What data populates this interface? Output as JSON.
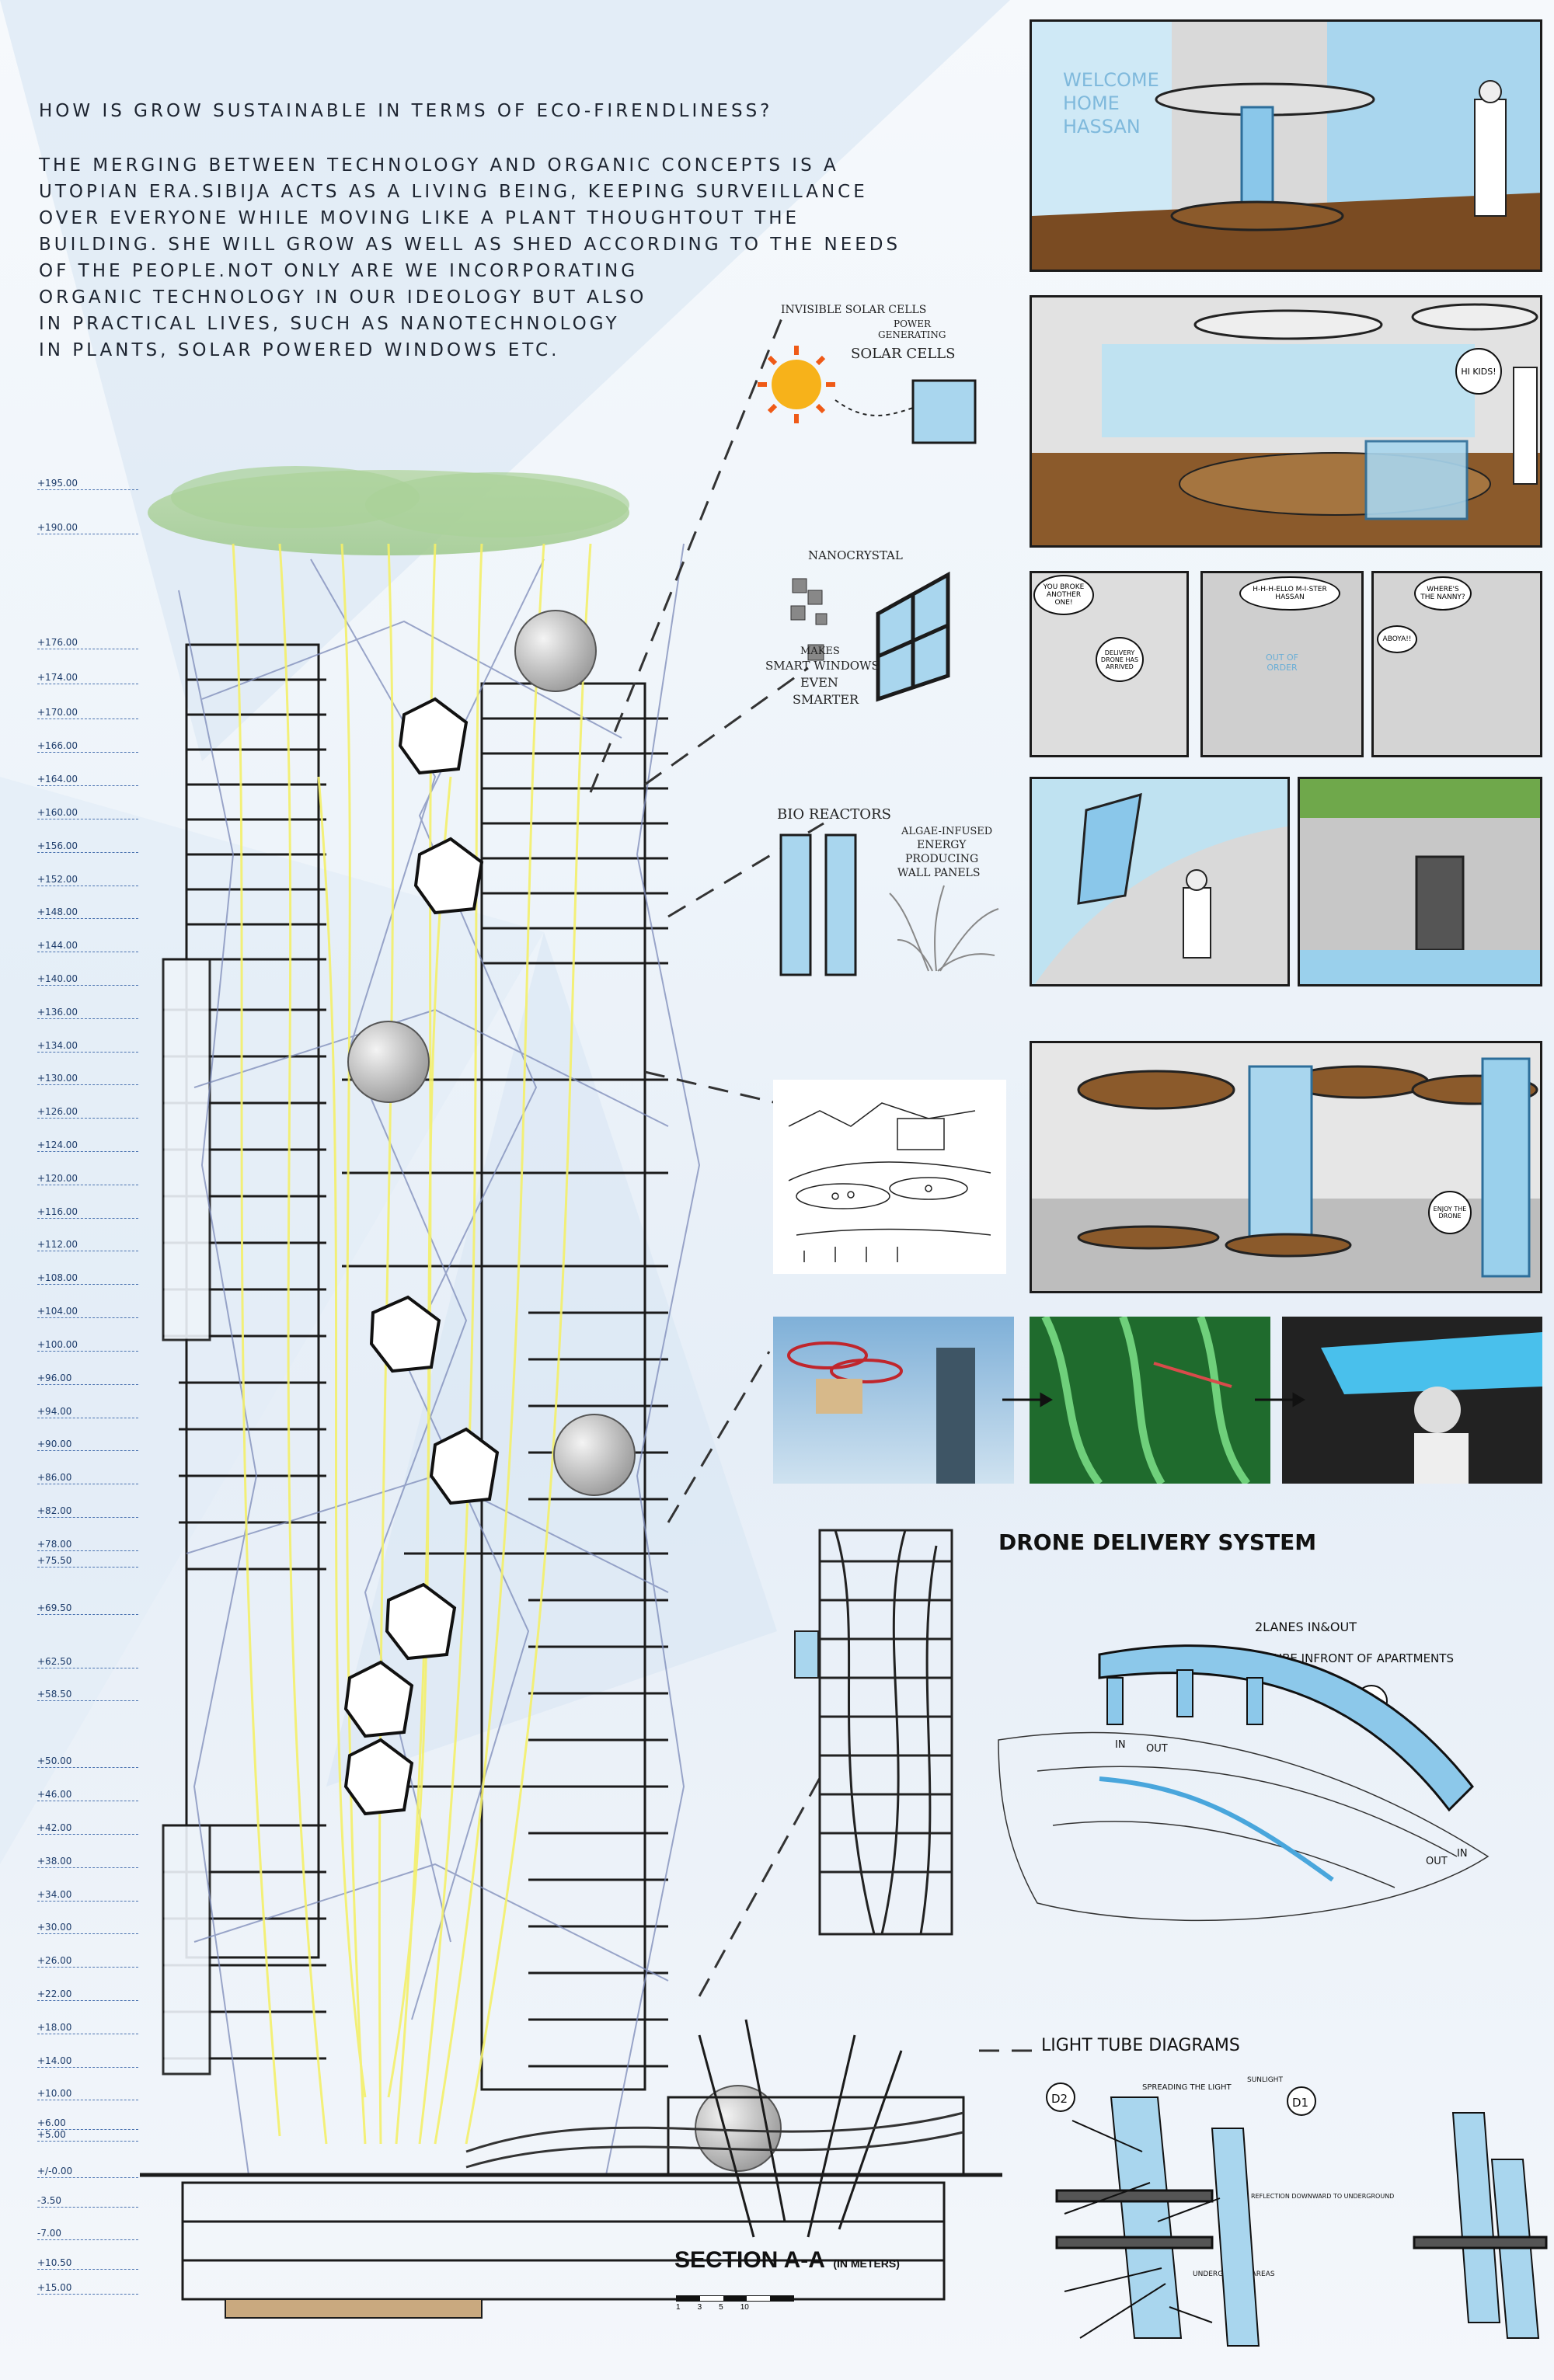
{
  "intro": {
    "question": "HOW IS GROW SUSTAINABLE IN TERMS OF ECO-FIRENDLINESS?",
    "lines": [
      "THE MERGING BETWEEN TECHNOLOGY AND ORGANIC CONCEPTS IS A",
      "UTOPIAN ERA.SIBIJA ACTS AS A LIVING BEING, KEEPING SURVEILLANCE",
      "OVER EVERYONE WHILE MOVING LIKE A PLANT THOUGHTOUT THE",
      "BUILDING. SHE WILL GROW AS WELL AS SHED ACCORDING TO THE NEEDS",
      "OF THE PEOPLE.NOT ONLY ARE WE INCORPORATING",
      "ORGANIC TECHNOLOGY IN OUR IDEOLOGY BUT ALSO",
      "IN PRACTICAL LIVES, SUCH AS NANOTECHNOLOGY",
      "IN PLANTS, SOLAR POWERED WINDOWS ETC."
    ]
  },
  "elevations": [
    "+195.00",
    "+190.00",
    "+176.00",
    "+174.00",
    "+170.00",
    "+166.00",
    "+164.00",
    "+160.00",
    "+156.00",
    "+152.00",
    "+148.00",
    "+144.00",
    "+140.00",
    "+136.00",
    "+134.00",
    "+130.00",
    "+126.00",
    "+124.00",
    "+120.00",
    "+116.00",
    "+112.00",
    "+108.00",
    "+104.00",
    "+100.00",
    "+96.00",
    "+94.00",
    "+90.00",
    "+86.00",
    "+82.00",
    "+78.00",
    "+75.50",
    "+69.50",
    "+62.50",
    "+58.50",
    "+50.00",
    "+46.00",
    "+42.00",
    "+38.00",
    "+34.00",
    "+30.00",
    "+26.00",
    "+22.00",
    "+18.00",
    "+14.00",
    "+10.00",
    "+6.00",
    "+5.00",
    "+/-0.00",
    "-3.50",
    "-7.00",
    "+10.50",
    "+15.00"
  ],
  "callouts": {
    "solar": {
      "line1": "INVISIBLE SOLAR CELLS",
      "line2": "POWER",
      "line3": "GENERATING",
      "line4": "SOLAR CELLS"
    },
    "nano": {
      "title": "NANOCRYSTAL",
      "line1": "MAKES",
      "line2": "SMART WINDOWS",
      "line3": "EVEN",
      "line4": "SMARTER"
    },
    "bio": {
      "title": "BIO REACTORS",
      "line1": "ALGAE-INFUSED",
      "line2": "ENERGY",
      "line3": "PRODUCING",
      "line4": "WALL PANELS"
    }
  },
  "comic": {
    "panel1_wall": "WELCOME HOME HASSAN",
    "panel2_bubble": "HI KIDS!",
    "strip_b1": "YOU BROKE ANOTHER ONE!",
    "strip_b2": "DELIVERY DRONE HAS ARRIVED",
    "strip_b3": "H-H-H-ELLO M-I-STER HASSAN",
    "strip_b4": "OUT OF ORDER",
    "strip_b5": "WHERE'S THE NANNY?",
    "strip_b6": "ABOYA!!",
    "kiosk_bubble": "ENJOY THE DRONE"
  },
  "drone": {
    "title": "DRONE DELIVERY SYSTEM",
    "lanes": "2LANES IN&OUT",
    "tube": "TUBE INFRONT OF APARTMENTS",
    "tag": "D1",
    "in": "IN",
    "out": "OUT"
  },
  "light": {
    "title": "LIGHT TUBE DIAGRAMS",
    "d2": "D2",
    "d1": "D1",
    "spread": "SPREADING THE LIGHT",
    "sunlight": "SUNLIGHT",
    "underground": "UNDERGROUND AREAS",
    "reflection": "REFLECTION DOWNWARD TO UNDERGROUND"
  },
  "section": {
    "title": "SECTION A-A",
    "units": "(IN METERS)",
    "scale_ticks": [
      "1",
      "3",
      "5",
      "10"
    ]
  },
  "colors": {
    "sky": "#b9dcef",
    "glass": "#a9d6ee",
    "light": "#f4f06a",
    "ink": "#1b1b1b",
    "green": "#2f8a3d",
    "tube": "#8cc8ea"
  }
}
